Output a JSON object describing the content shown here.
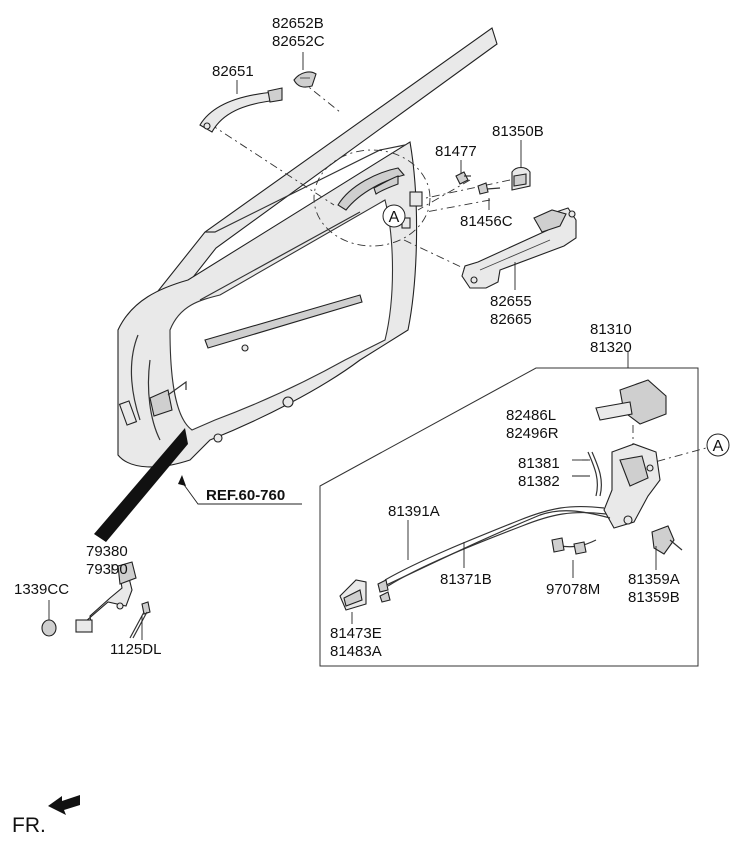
{
  "labels": {
    "p82652": [
      "82652B",
      "82652C"
    ],
    "p82651": [
      "82651"
    ],
    "p81350B": [
      "81350B"
    ],
    "p81477": [
      "81477"
    ],
    "p81456C": [
      "81456C"
    ],
    "p82655": [
      "82655",
      "82665"
    ],
    "p81310": [
      "81310",
      "81320"
    ],
    "p82486": [
      "82486L",
      "82496R"
    ],
    "p81381": [
      "81381",
      "81382"
    ],
    "p81391A": [
      "81391A"
    ],
    "p81371B": [
      "81371B"
    ],
    "p97078M": [
      "97078M"
    ],
    "p81359": [
      "81359A",
      "81359B"
    ],
    "p81473": [
      "81473E",
      "81483A"
    ],
    "p79380": [
      "79380",
      "79390"
    ],
    "p1339CC": [
      "1339CC"
    ],
    "p1125DL": [
      "1125DL"
    ]
  },
  "ref": "REF.60-760",
  "callout": "A",
  "fr": "FR."
}
